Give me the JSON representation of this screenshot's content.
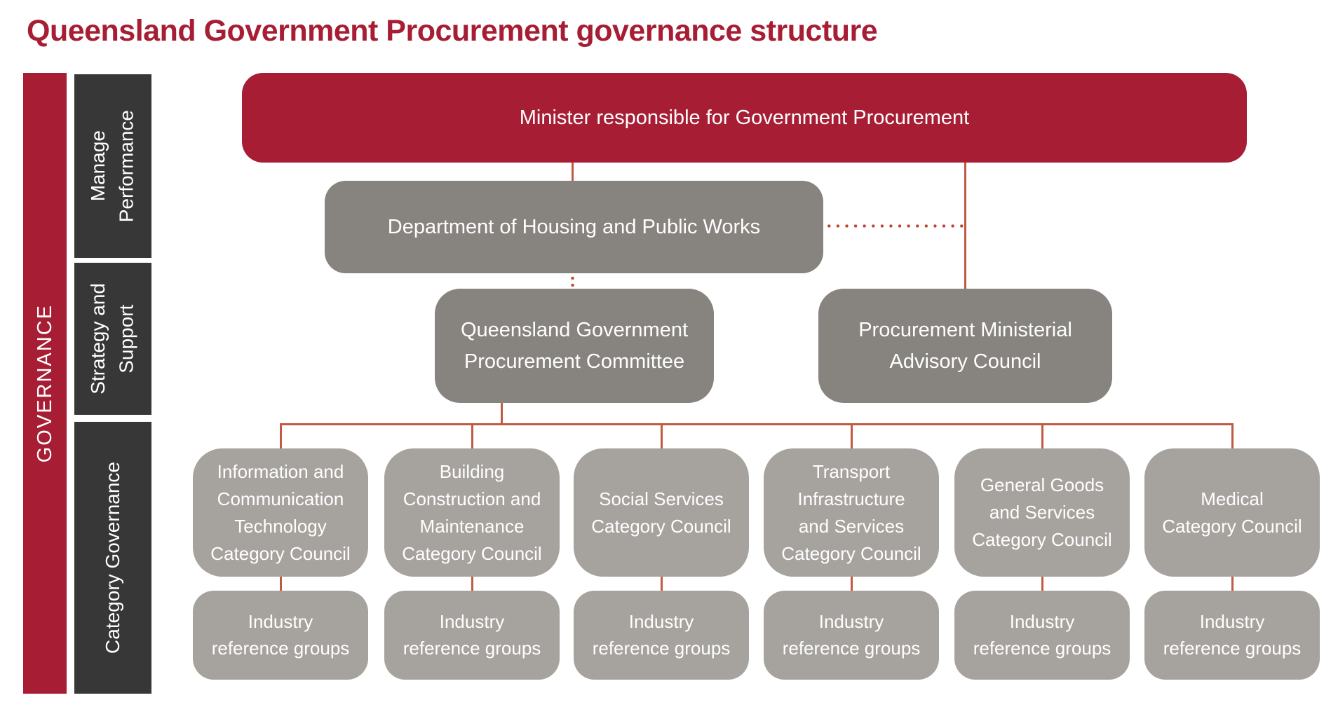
{
  "title": "Queensland Government Procurement governance structure",
  "sidebar": {
    "governance_label": "GOVERNANCE",
    "phases": [
      {
        "id": "manage-performance",
        "label": "Manage\nPerformance"
      },
      {
        "id": "strategy-and-support",
        "label": "Strategy and\nSupport"
      },
      {
        "id": "category-governance",
        "label": "Category Governance"
      }
    ]
  },
  "org": {
    "minister": {
      "label": "Minister responsible for Government Procurement"
    },
    "department": {
      "label": "Department of Housing and Public Works"
    },
    "committee": {
      "label": "Queensland Government\nProcurement Committee"
    },
    "advisory_council": {
      "label": "Procurement Ministerial\nAdvisory Council"
    },
    "category_councils": [
      {
        "label": "Information and\nCommunication\nTechnology\nCategory Council"
      },
      {
        "label": "Building\nConstruction and\nMaintenance\nCategory Council"
      },
      {
        "label": "Social Services\nCategory Council"
      },
      {
        "label": "Transport\nInfrastructure\nand Services\nCategory Council"
      },
      {
        "label": "General Goods\nand Services\nCategory Council"
      },
      {
        "label": "Medical\nCategory Council"
      }
    ],
    "industry_reference_group_label": "Industry\nreference groups"
  },
  "colors": {
    "maroon": "#A71E34",
    "gray_mid": "#87837F",
    "gray_light": "#A6A29E",
    "gray_dark": "#373737",
    "connector_line": "#C05A41",
    "connector_dot": "#BC4330",
    "text_on_fill": "#FFFFFF",
    "background": "#FFFFFF"
  }
}
